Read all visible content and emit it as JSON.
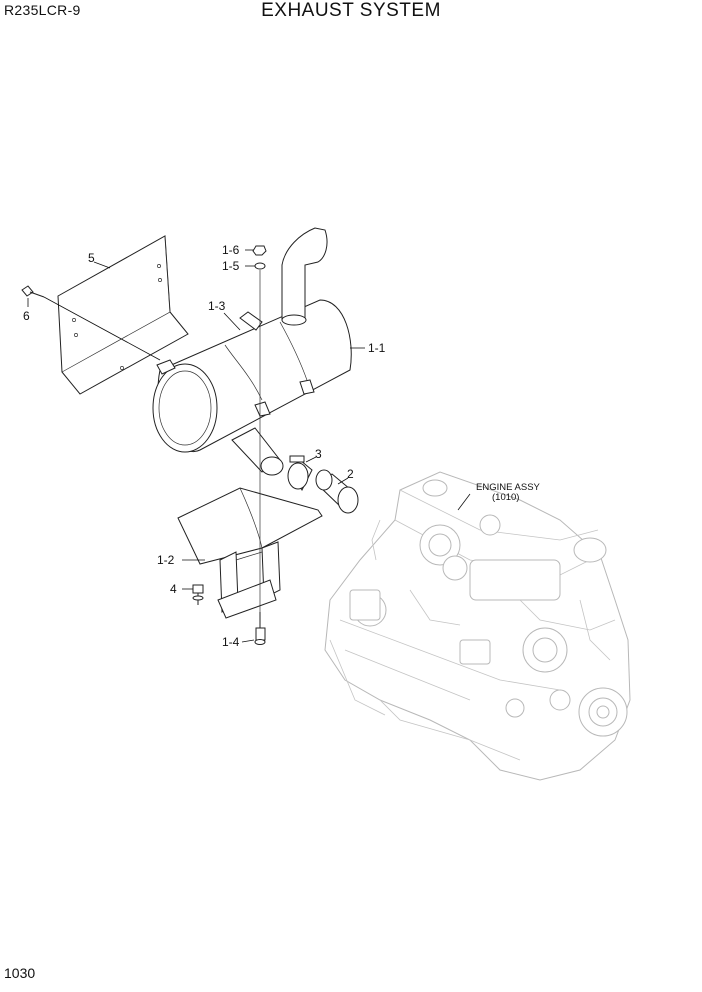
{
  "header": {
    "model": "R235LCR-9",
    "title": "EXHAUST SYSTEM"
  },
  "footer": {
    "page_number": "1030"
  },
  "callouts": {
    "c_1_6": "1-6",
    "c_1_5": "1-5",
    "c_5": "5",
    "c_6": "6",
    "c_1_3": "1-3",
    "c_1_1": "1-1",
    "c_3": "3",
    "c_2": "2",
    "c_1_2": "1-2",
    "c_4": "4",
    "c_1_4": "1-4"
  },
  "engine_label": {
    "name": "ENGINE ASSY",
    "ref": "(1010)"
  }
}
